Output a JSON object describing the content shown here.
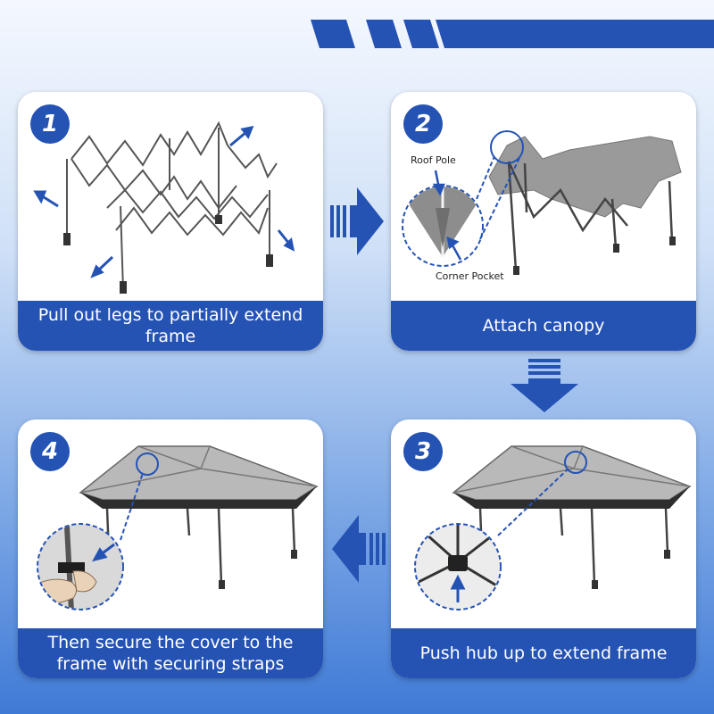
{
  "steps": {
    "step1": {
      "number": "1",
      "caption": "Pull out legs to partially extend frame"
    },
    "step2": {
      "number": "2",
      "caption": "Attach canopy",
      "label_roof_pole": "Roof Pole",
      "label_corner_pocket": "Corner Pocket"
    },
    "step3": {
      "number": "3",
      "caption": "Push hub up to extend frame"
    },
    "step4": {
      "number": "4",
      "caption": "Then secure the cover to the frame with securing straps"
    }
  },
  "colors": {
    "brand_blue": "#2553b4",
    "canopy_gray": "#9a9a9a",
    "frame_dark": "#444444"
  }
}
